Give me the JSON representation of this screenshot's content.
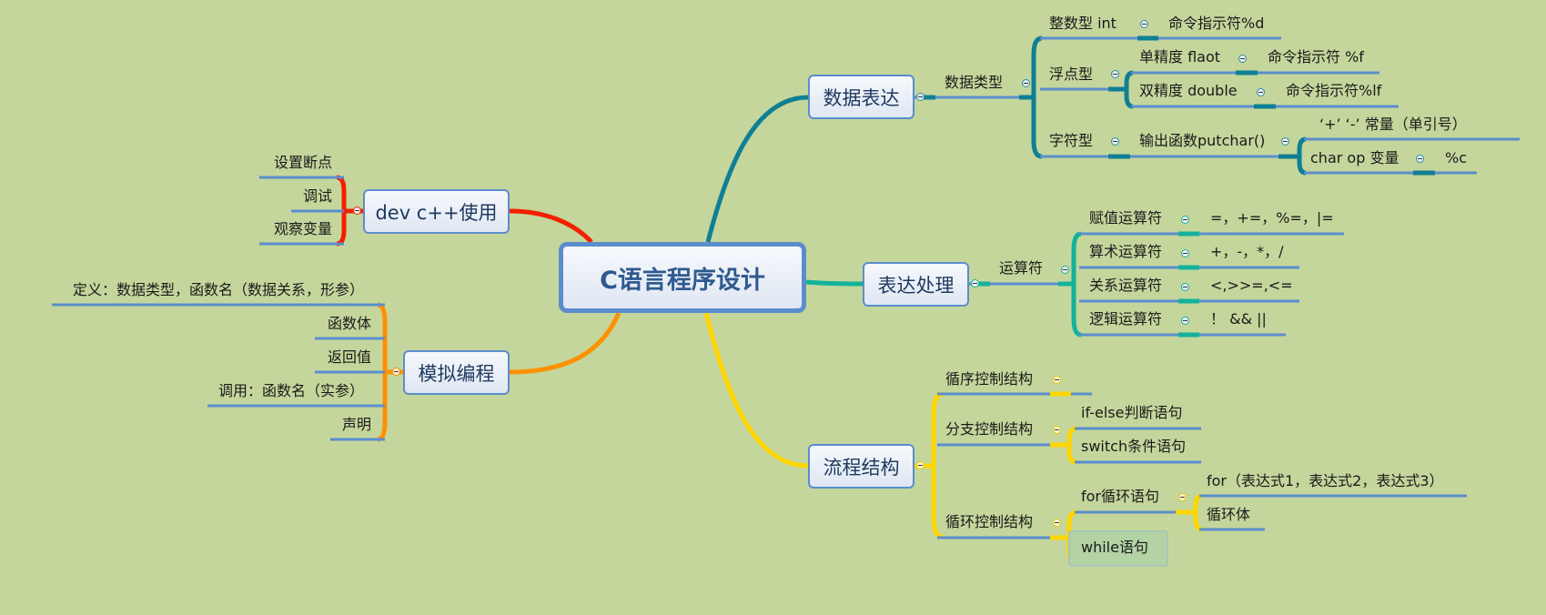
{
  "central": {
    "label": "C语言程序设计"
  },
  "colors": {
    "background": "#c4d69c",
    "node_border": "#5b8dcd",
    "branch_data": "#0f7f94",
    "branch_expr": "#13b29a",
    "branch_flow": "#ffd500",
    "branch_dev": "#f41f00",
    "branch_prog": "#ff9000",
    "leaf_line": "#5b8dcd"
  },
  "branches": {
    "data_expr": {
      "label": "数据表达",
      "data_types": {
        "label": "数据类型",
        "integer": {
          "label": "整数型  int",
          "spec": "命令指示符%d"
        },
        "float": {
          "label": "浮点型",
          "single": {
            "label": "单精度 flaot",
            "spec": "命令指示符 %f"
          },
          "double": {
            "label": "双精度 double",
            "spec": "命令指示符%lf"
          }
        },
        "char": {
          "label": "字符型",
          "putchar": {
            "label": "输出函数putchar()",
            "constant": "‘+’    ‘-’   常量（单引号）",
            "variable": {
              "label": "char op 变量",
              "spec": "%c"
            }
          }
        }
      }
    },
    "expr_proc": {
      "label": "表达处理",
      "operators": {
        "label": "运算符",
        "items": [
          {
            "label": "赋值运算符",
            "value": "=，+=，%=，|="
          },
          {
            "label": "算术运算符",
            "value": "+，-，*，/"
          },
          {
            "label": "关系运算符",
            "value": "<,>>=,<="
          },
          {
            "label": "逻辑运算符",
            "value": "！  && ||"
          }
        ]
      }
    },
    "flow": {
      "label": "流程结构",
      "sequence": {
        "label": "循序控制结构"
      },
      "branch": {
        "label": "分支控制结构",
        "items": [
          "if-else判断语句",
          "switch条件语句"
        ]
      },
      "loop": {
        "label": "循环控制结构",
        "for": {
          "label": "for循环语句",
          "items": [
            "for（表达式1，表达式2，表达式3）",
            "循环体"
          ]
        },
        "while": {
          "label": "while语句"
        }
      }
    },
    "dev": {
      "label": "dev c++使用",
      "items": [
        "设置断点",
        "调试",
        "观察变量"
      ]
    },
    "prog": {
      "label": "模拟编程",
      "items": [
        "定义：数据类型，函数名（数据关系，形参）",
        "函数体",
        "返回值",
        "调用：函数名（实参）",
        "声明"
      ]
    }
  }
}
